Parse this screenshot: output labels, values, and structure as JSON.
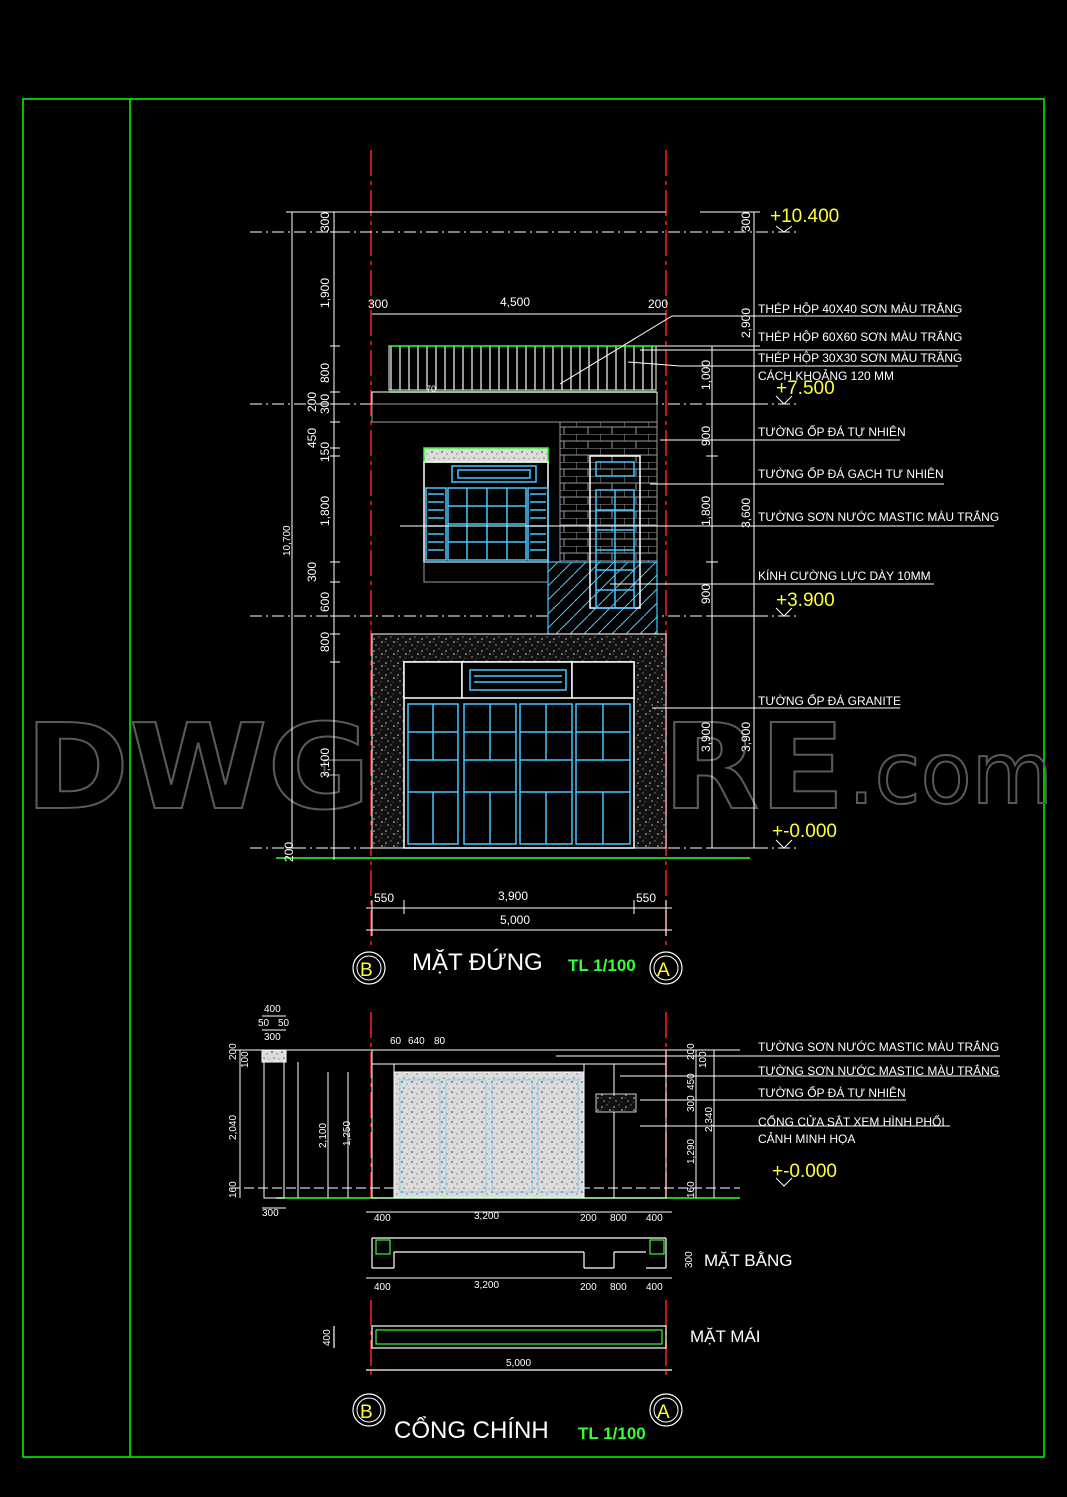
{
  "watermark": {
    "brand": "DWGSHARE",
    "suffix": ".com"
  },
  "elevation": {
    "title": "MẶT ĐỨNG",
    "scale": "TL 1/100",
    "axis_left": "B",
    "axis_right": "A",
    "levels": [
      "+10.400",
      "+7.500",
      "+3.900",
      "+-0.000"
    ],
    "notes": [
      "THÉP HỘP 40X40 SƠN MÀU TRẮNG",
      "THÉP HỘP 60X60 SƠN MÀU TRẮNG",
      "THÉP HỘP 30X30 SƠN MÀU TRẮNG",
      "CÁCH KHOẢNG 120 MM",
      "TƯỜNG ỐP ĐÁ TỰ NHIÊN",
      "TƯỜNG ỐP ĐÁ GẠCH TƯ NHIÊN",
      "TƯỜNG SƠN NƯỚC MASTIC MÀU TRẮNG",
      "KÍNH CƯỜNG LỰC DÀY 10MM",
      "TƯỜNG ỐP ĐÁ GRANITE"
    ],
    "dims_left": [
      "300",
      "1,900",
      "800",
      "200",
      "300",
      "450",
      "150",
      "1,800",
      "300",
      "600",
      "800",
      "3,100",
      "200"
    ],
    "dim_total_left": "10,700",
    "dims_top": [
      "300",
      "4,500",
      "200"
    ],
    "dim_top_small": "70",
    "dims_right_inner": [
      "1,000",
      "900",
      "1,800",
      "900",
      "3,900"
    ],
    "dims_right_outer": [
      "300",
      "2,900",
      "3,600",
      "3,900"
    ],
    "dims_bottom": [
      "550",
      "3,900",
      "550"
    ],
    "dim_total_bottom": "5,000"
  },
  "gate": {
    "title": "CỔNG CHÍNH",
    "scale": "TL 1/100",
    "axis_left": "B",
    "axis_right": "A",
    "level": "+-0.000",
    "notes": [
      "TƯỜNG SƠN NƯỚC MASTIC MÀU TRẮNG",
      "TƯỜNG SƠN NƯỚC MASTIC MÀU TRẮNG",
      "TƯỜNG ỐP ĐÁ TỰ NHIÊN",
      "CỔNG CỬA SẮT XEM HÌNH PHỐI",
      "CẢNH MINH HỌA"
    ],
    "dims_top": [
      "60",
      "640",
      "80"
    ],
    "dims_bottom": [
      "400",
      "3,200",
      "200",
      "800",
      "400"
    ],
    "dims_left": [
      "200",
      "100",
      "2,040",
      "160"
    ],
    "dims_mid": [
      "2,100",
      "1,250"
    ],
    "dims_right": [
      "200",
      "100",
      "300",
      "450",
      "2,340",
      "1,290",
      "160"
    ],
    "post_dims": [
      "400",
      "50",
      "50",
      "300",
      "300"
    ],
    "plan_label": "MẶT BẰNG",
    "plan_dims": [
      "400",
      "3,200",
      "200",
      "800",
      "400",
      "300"
    ],
    "roof_label": "MẶT MÁI",
    "roof_dims": [
      "400",
      "5,000"
    ]
  },
  "colors": {
    "frame": "#00ff00",
    "axis": "#ff2020",
    "cyan": "#44c8ff",
    "yellow": "#ffff33",
    "white": "#ffffff",
    "grey": "#9a9a9a"
  }
}
